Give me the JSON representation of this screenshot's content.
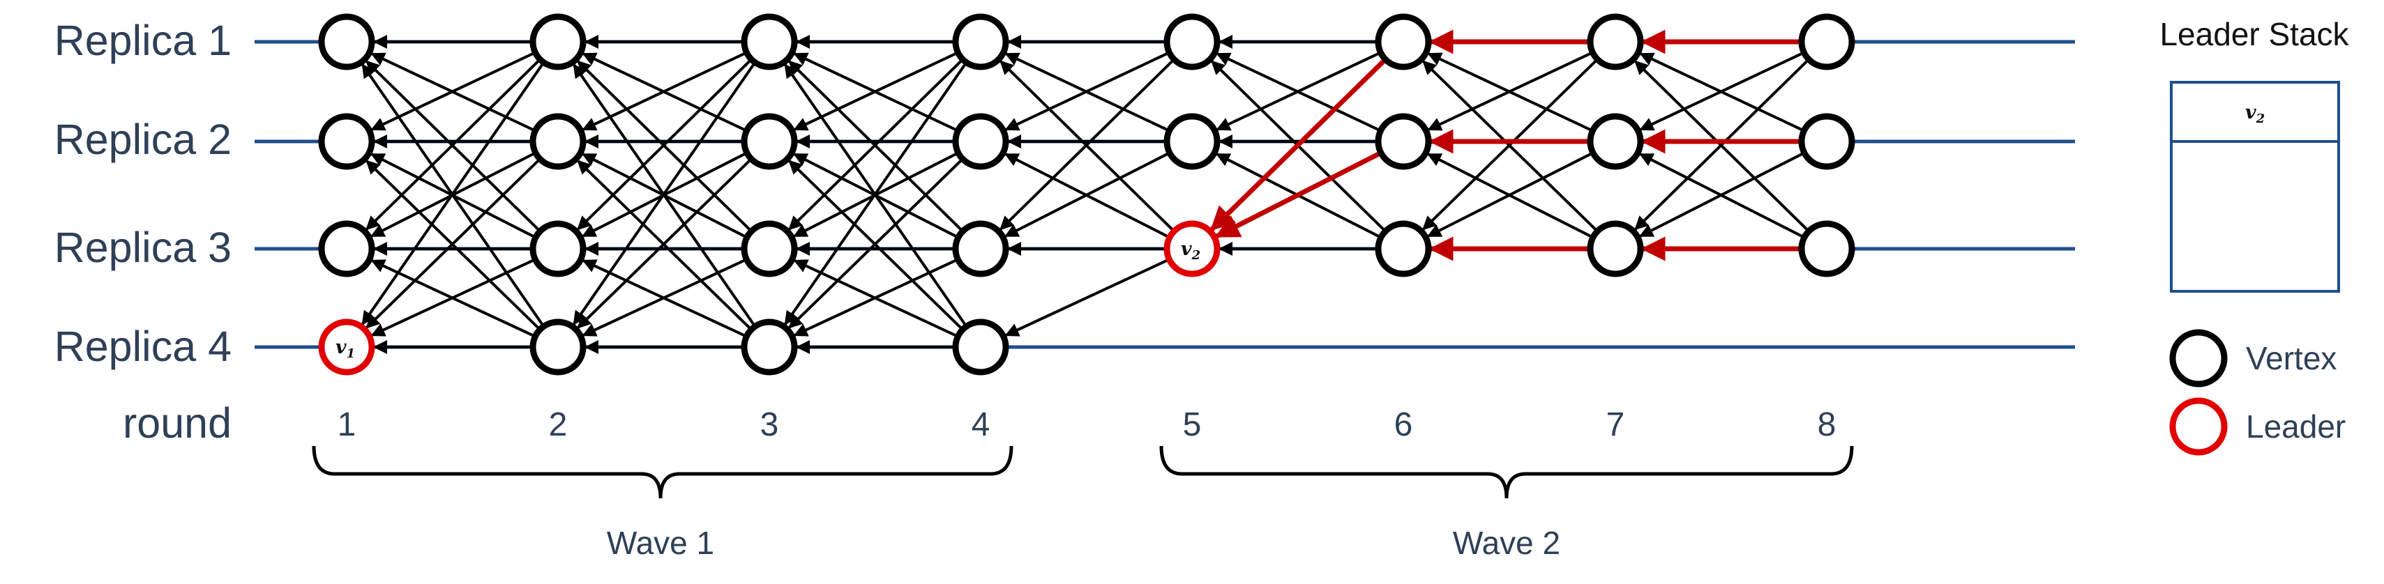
{
  "replicas": [
    "Replica 1",
    "Replica 2",
    "Replica 3",
    "Replica 4"
  ],
  "round_label": "round",
  "rounds": [
    "1",
    "2",
    "3",
    "4",
    "5",
    "6",
    "7",
    "8"
  ],
  "waves": [
    {
      "label": "Wave 1",
      "rounds": [
        1,
        4
      ]
    },
    {
      "label": "Wave 2",
      "rounds": [
        5,
        8
      ]
    }
  ],
  "leaders": [
    {
      "label": "v",
      "sub": "1",
      "replica": 4,
      "round": 1
    },
    {
      "label": "v",
      "sub": "2",
      "replica": 3,
      "round": 5
    }
  ],
  "leader_stack": {
    "title": "Leader Stack",
    "entries": [
      {
        "label": "v",
        "sub": "2"
      }
    ]
  },
  "legend": [
    {
      "label": "Vertex",
      "kind": "vertex"
    },
    {
      "label": "Leader",
      "kind": "leader"
    }
  ],
  "colors": {
    "line": "#1f4e8c",
    "vertex": "#000000",
    "leader": "#e00000",
    "highlight_edge": "#c00000",
    "edge": "#000000"
  }
}
